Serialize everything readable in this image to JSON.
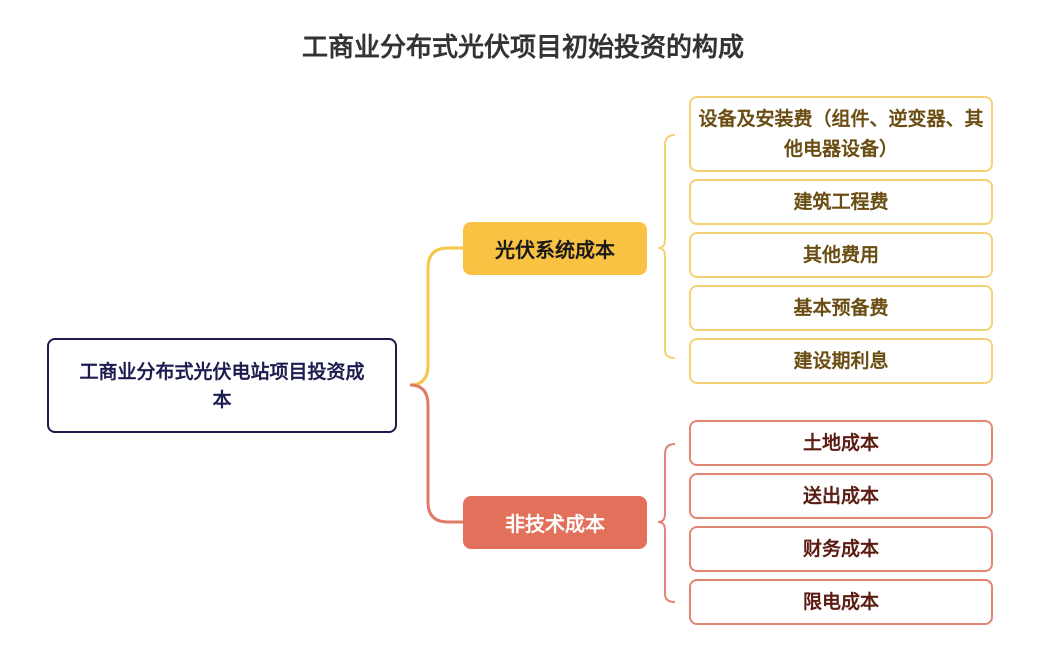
{
  "title": "工商业分布式光伏项目初始投资的构成",
  "root": "工商业分布式光伏电站项目投资成本",
  "colors": {
    "pv": "#f9c242",
    "nontech": "#e2705a",
    "root_border": "#1b1b4d"
  },
  "branches": [
    {
      "label": "光伏系统成本",
      "items": [
        "设备及安装费（组件、逆变器、其他电器设备）",
        "建筑工程费",
        "其他费用",
        "基本预备费",
        "建设期利息"
      ]
    },
    {
      "label": "非技术成本",
      "items": [
        "土地成本",
        "送出成本",
        "财务成本",
        "限电成本"
      ]
    }
  ]
}
